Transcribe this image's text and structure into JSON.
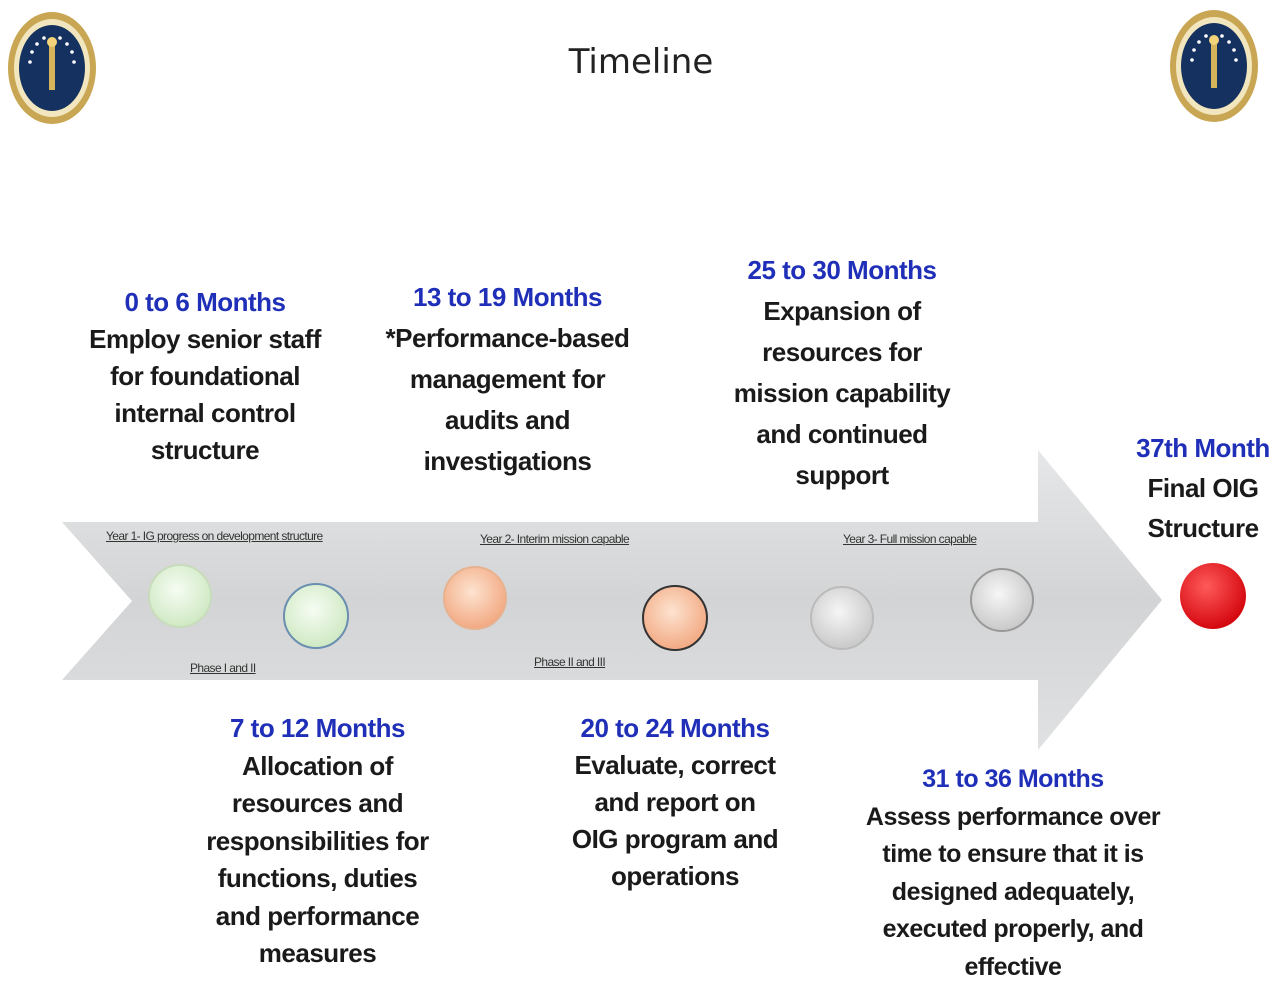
{
  "title": "Timeline",
  "seal_icon": "agency-seal-icon",
  "year_labels": [
    "Year 1- IG progress on development structure",
    "Year 2- Interim mission capable",
    "Year 3- Full mission capable"
  ],
  "phase_labels": [
    "Phase I and II",
    "Phase II and III"
  ],
  "milestones": [
    {
      "when": "0 to 6 Months",
      "desc": "Employ senior staff\nfor foundational\ninternal control\nstructure"
    },
    {
      "when": "7 to 12 Months",
      "desc": "Allocation of\nresources and\nresponsibilities for\nfunctions, duties\nand performance\nmeasures"
    },
    {
      "when": "13 to 19 Months",
      "desc": "*Performance-based\nmanagement for\naudits and\ninvestigations"
    },
    {
      "when": "20 to 24 Months",
      "desc": "Evaluate, correct\nand report on\nOIG program and\noperations"
    },
    {
      "when": "25 to 30 Months",
      "desc": "Expansion of\nresources for\nmission capability\nand continued\nsupport"
    },
    {
      "when": "31 to 36 Months",
      "desc": "Assess performance over\ntime to ensure that it is\ndesigned adequately,\nexecuted properly, and\neffective"
    },
    {
      "when": "37th Month",
      "desc": "Final OIG\nStructure"
    }
  ],
  "colors": {
    "arrow": "#d9dadb",
    "heading_blue": "#1f2fb8",
    "year1_circle": "#e4f5dc",
    "year2_circle": "#f7c7a6",
    "year3_circle": "#e2e2e2",
    "final_circle": "#e8141b"
  }
}
